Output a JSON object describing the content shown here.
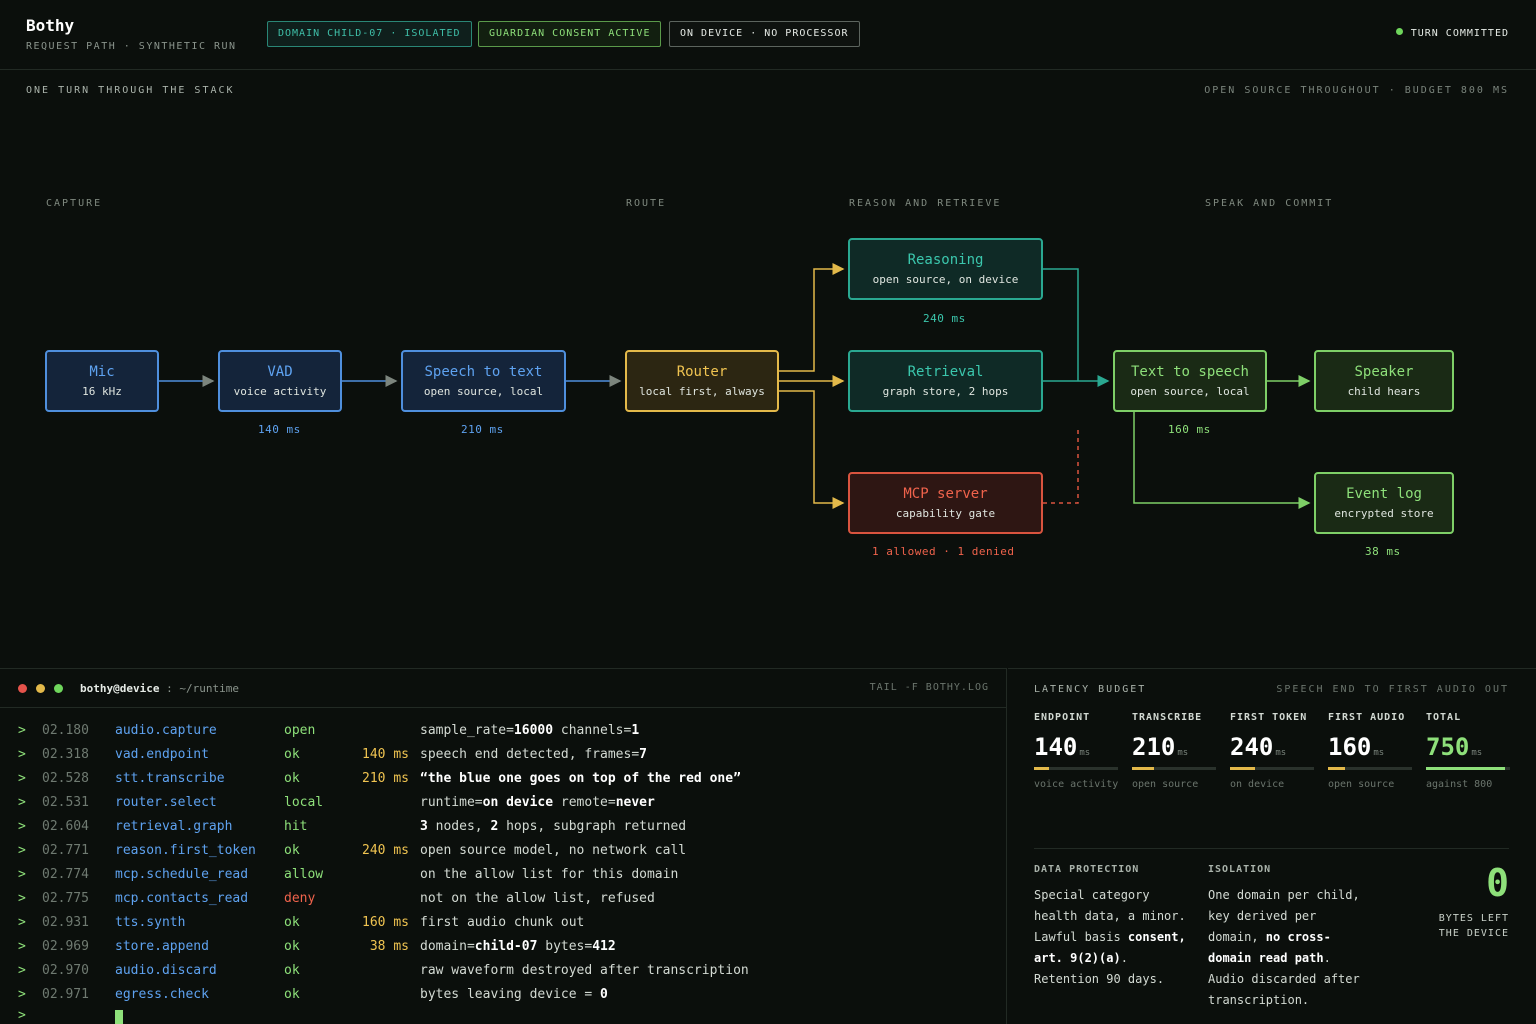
{
  "header": {
    "brand": "Bothy",
    "subtitle": "REQUEST PATH · SYNTHETIC RUN",
    "pill_domain": "DOMAIN CHILD-07 · ISOLATED",
    "pill_consent": "GUARDIAN CONSENT ACTIVE",
    "pill_device": "ON DEVICE · NO PROCESSOR",
    "status": "TURN COMMITTED"
  },
  "diagram": {
    "section_left": "ONE TURN THROUGH THE STACK",
    "section_right": "OPEN SOURCE THROUGHOUT · BUDGET 800 MS",
    "stages": [
      "CAPTURE",
      "ROUTE",
      "REASON AND RETRIEVE",
      "SPEAK AND COMMIT"
    ],
    "nodes": {
      "mic": {
        "title": "Mic",
        "sub": "16 kHz"
      },
      "vad": {
        "title": "VAD",
        "sub": "voice activity",
        "latency": "140 ms"
      },
      "stt": {
        "title": "Speech to text",
        "sub": "open source, local",
        "latency": "210 ms"
      },
      "router": {
        "title": "Router",
        "sub": "local first, always"
      },
      "reasoning": {
        "title": "Reasoning",
        "sub": "open source, on device",
        "latency": "240 ms"
      },
      "retrieval": {
        "title": "Retrieval",
        "sub": "graph store, 2 hops"
      },
      "mcp": {
        "title": "MCP server",
        "sub": "capability gate",
        "latency": "1 allowed · 1 denied"
      },
      "tts": {
        "title": "Text to speech",
        "sub": "open source, local",
        "latency": "160 ms"
      },
      "speaker": {
        "title": "Speaker",
        "sub": "child hears"
      },
      "eventlog": {
        "title": "Event log",
        "sub": "encrypted store",
        "latency": "38 ms"
      }
    },
    "colors": {
      "capture": "#4f8fdd",
      "route": "#e3b94a",
      "reason": "#2aa891",
      "gate": "#d9543f",
      "speak": "#7ecf67"
    }
  },
  "terminal": {
    "user": "bothy@device",
    "path": " : ~/runtime",
    "tail": "TAIL -F BOTHY.LOG",
    "prompt": ">",
    "rows": [
      {
        "ts": "02.180",
        "ev": "audio.capture",
        "st": "open",
        "ms": "",
        "msg": "sample_rate=<b>16000</b> channels=<b>1</b>"
      },
      {
        "ts": "02.318",
        "ev": "vad.endpoint",
        "st": "ok",
        "ms": "140 ms",
        "msg": "speech end detected, frames=<b>7</b>"
      },
      {
        "ts": "02.528",
        "ev": "stt.transcribe",
        "st": "ok",
        "ms": "210 ms",
        "msg": "<b>“the blue one goes on top of the red one”</b>"
      },
      {
        "ts": "02.531",
        "ev": "router.select",
        "st": "local",
        "ms": "",
        "msg": "runtime=<b>on device</b> remote=<b>never</b>"
      },
      {
        "ts": "02.604",
        "ev": "retrieval.graph",
        "st": "hit",
        "ms": "",
        "msg": "<b>3</b> nodes, <b>2</b> hops, subgraph returned"
      },
      {
        "ts": "02.771",
        "ev": "reason.first_token",
        "st": "ok",
        "ms": "240 ms",
        "msg": "open source model, no network call"
      },
      {
        "ts": "02.774",
        "ev": "mcp.schedule_read",
        "st": "allow",
        "ms": "",
        "msg": "on the allow list for this domain"
      },
      {
        "ts": "02.775",
        "ev": "mcp.contacts_read",
        "st": "deny",
        "ms": "",
        "msg": "not on the allow list, refused"
      },
      {
        "ts": "02.931",
        "ev": "tts.synth",
        "st": "ok",
        "ms": "160 ms",
        "msg": "first audio chunk out"
      },
      {
        "ts": "02.969",
        "ev": "store.append",
        "st": "ok",
        "ms": "38 ms",
        "msg": "domain=<b>child-07</b> bytes=<b>412</b>"
      },
      {
        "ts": "02.970",
        "ev": "audio.discard",
        "st": "ok",
        "ms": "",
        "msg": "raw waveform destroyed after transcription"
      },
      {
        "ts": "02.971",
        "ev": "egress.check",
        "st": "ok",
        "ms": "",
        "msg": "bytes leaving device = <b>0</b>"
      }
    ]
  },
  "budget": {
    "title": "LATENCY BUDGET",
    "subtitle": "SPEECH END TO FIRST AUDIO OUT",
    "unit": "ms",
    "metrics": [
      {
        "label": "ENDPOINT",
        "value": "140",
        "note": "voice activity",
        "fill": 0.175
      },
      {
        "label": "TRANSCRIBE",
        "value": "210",
        "note": "open source",
        "fill": 0.2625
      },
      {
        "label": "FIRST TOKEN",
        "value": "240",
        "note": "on device",
        "fill": 0.3
      },
      {
        "label": "FIRST AUDIO",
        "value": "160",
        "note": "open source",
        "fill": 0.2
      },
      {
        "label": "TOTAL",
        "value": "750",
        "note": "against 800",
        "fill": 0.9375
      }
    ],
    "protection": {
      "title": "DATA PROTECTION",
      "body": "Special category health data, a minor. Lawful basis <b>consent, art. 9(2)(a)</b>. Retention 90 days."
    },
    "isolation": {
      "title": "ISOLATION",
      "body": "One domain per child, key derived per domain, <b>no cross-domain read path</b>. Audio discarded after transcription."
    },
    "bytes_left": "0",
    "bytes_label": "BYTES LEFT THE DEVICE"
  }
}
